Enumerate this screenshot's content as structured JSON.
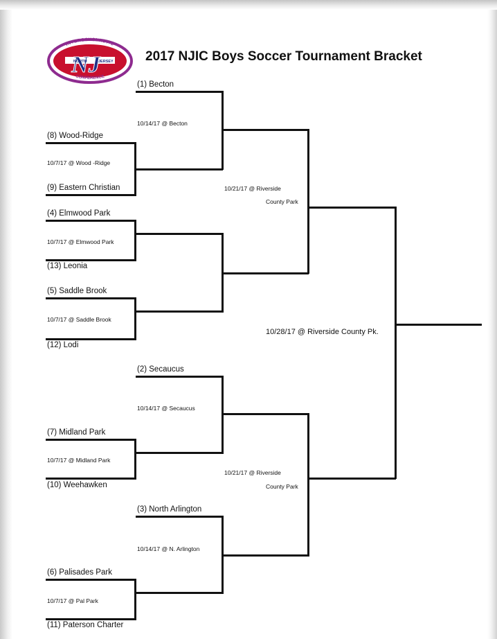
{
  "title": "2017 NJIC Boys Soccer Tournament Bracket",
  "logo": {
    "top_arc": "INTERSCHOLASTIC",
    "initials": "NJ",
    "word_left": "NORTH",
    "word_right": "JERSEY",
    "bottom_arc": "CONFERENCE",
    "colors": {
      "ring": "#8e2b8f",
      "fill": "#c8102e",
      "letters": "#1f2f86"
    }
  },
  "teams": {
    "becton": "(1) Becton",
    "wood_ridge": "(8) Wood-Ridge",
    "eastern_christian": "(9) Eastern Christian",
    "elmwood_park": "(4) Elmwood Park",
    "leonia": "(13) Leonia",
    "saddle_brook": "(5) Saddle Brook",
    "lodi": "(12) Lodi",
    "secaucus": "(2) Secaucus",
    "midland_park": "(7) Midland Park",
    "weehawken": "(10) Weehawken",
    "north_arlington": "(3) North Arlington",
    "palisades_park": "(6) Palisades Park",
    "paterson_charter": "(11) Paterson Charter"
  },
  "matches": {
    "r1_wood_ridge": "10/7/17 @ Wood -Ridge",
    "r1_elmwood": "10/7/17 @ Elmwood Park",
    "r1_saddle_brook": "10/7/17 @ Saddle Brook",
    "r1_midland_park": "10/7/17 @ Midland Park",
    "r1_pal_park": "10/7/17 @ Pal Park",
    "qf_becton": "10/14/17 @ Becton",
    "qf_secaucus": "10/14/17 @ Secaucus",
    "qf_n_arlington": "10/14/17 @ N. Arlington",
    "sf_top_line1": "10/21/17 @ Riverside",
    "sf_top_line2": "County Park",
    "sf_bottom_line1": "10/21/17 @ Riverside",
    "sf_bottom_line2": "County Park",
    "final": "10/28/17 @ Riverside County Pk."
  }
}
